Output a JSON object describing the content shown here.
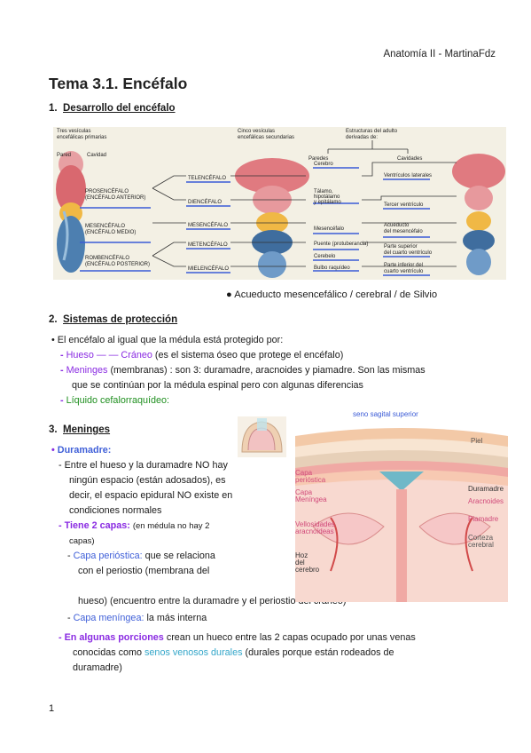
{
  "header": {
    "right": "Anatomía II - MartinaFdz"
  },
  "title": "Tema 3.1. Encéfalo",
  "section1": {
    "num": "1.",
    "title": "Desarrollo del encéfalo"
  },
  "fig1": {
    "top_left": "Tres vesículas\nencefálicas primarias",
    "top_mid": "Cinco vesículas\nencefálicas secundarias",
    "top_right": "Estructuras del adulto\nderivadas de:",
    "paredes": "Paredes",
    "cavidades": "Cavidades",
    "pared": "Pared",
    "cavidad": "Cavidad",
    "primary": [
      {
        "a": "PROSENCÉFALO",
        "b": "(ENCÉFALO ANTERIOR)"
      },
      {
        "a": "MESENCÉFALO",
        "b": "(ENCÉFALO MEDIO)"
      },
      {
        "a": "ROMBENCÉFALO",
        "b": "(ENCÉFALO POSTERIOR)"
      }
    ],
    "secondary": [
      "TELENCÉFALO",
      "DIENCÉFALO",
      "MESENCÉFALO",
      "METENCÉFALO",
      "MIELENCÉFALO"
    ],
    "walls": [
      "Cerebro",
      "Tálamo,",
      "hipotálamo",
      "y epitálamo",
      "Mesencéfalo",
      "Puente (protuberancia)",
      "Cerebelo",
      "Bulbo raquídeo"
    ],
    "cavities": [
      "Ventrículos laterales",
      "Tercer ventrículo",
      "Acueducto",
      "del mesencéfalo",
      "Parte superior",
      "del cuarto ventrículo",
      "Parte inferior del",
      "cuarto ventrículo"
    ]
  },
  "caption": "Acueducto mesencefálico / cerebral / de Silvio",
  "section2": {
    "num": "2.",
    "title": "Sistemas de protección"
  },
  "protection": {
    "intro": "El encéfalo al igual que la médula está protegido por:",
    "hueso": "Hueso",
    "dashes": "— —",
    "craneo": "Cráneo",
    "hueso_rest": "(es el sistema óseo que protege el encéfalo)",
    "meninges": "Meninges",
    "meninges_rest1": "(membranas) : son 3: duramadre, aracnoides y piamadre. Son las mismas",
    "meninges_rest2": "que se continúan por la médula espinal pero con algunas diferencias",
    "lcr": "Líquido cefalorraquídeo:"
  },
  "section3": {
    "num": "3.",
    "title": "Meninges"
  },
  "duramadre": {
    "head": "Duramadre:",
    "l1": "Entre el hueso y la duramadre NO hay",
    "l2": "ningún espacio (están adosados), es",
    "l3": "decir, el espacio epidural NO existe en",
    "l4": "condiciones normales",
    "capas_b": "Tiene 2 capas:",
    "capas_n": "(en médula no hay 2",
    "capas_n2": "capas)",
    "perio_b": "Capa perióstica:",
    "perio_1": "que se relaciona",
    "perio_2": "con el periostio (membrana del",
    "perio_3": "hueso) (encuentro entre la duramadre y el periostio del cráneo)",
    "men_b": "Capa meníngea:",
    "men_rest": "la más interna",
    "alg_b": "En algunas porciones",
    "alg_1": "crean un hueco entre las 2 capas ocupado por unas venas",
    "alg_2a": "conocidas como",
    "alg_2b": "senos venosos durales",
    "alg_2c": "(durales porque están rodeados de",
    "alg_3": "duramadre)"
  },
  "fig3": {
    "seno": "seno sagital superior",
    "piel": "Piel",
    "capa_per": "Capa\nperióstica",
    "capa_men": "Capa\nMeníngea",
    "vell": "Vellosidades\naracnoideas",
    "hoz": "Hoz\ndel\ncerebro",
    "dura": "Duramadre",
    "arac": "Aracnoides",
    "pia": "Piamadre",
    "corteza": "Corteza\ncerebral"
  },
  "page_number": "1"
}
